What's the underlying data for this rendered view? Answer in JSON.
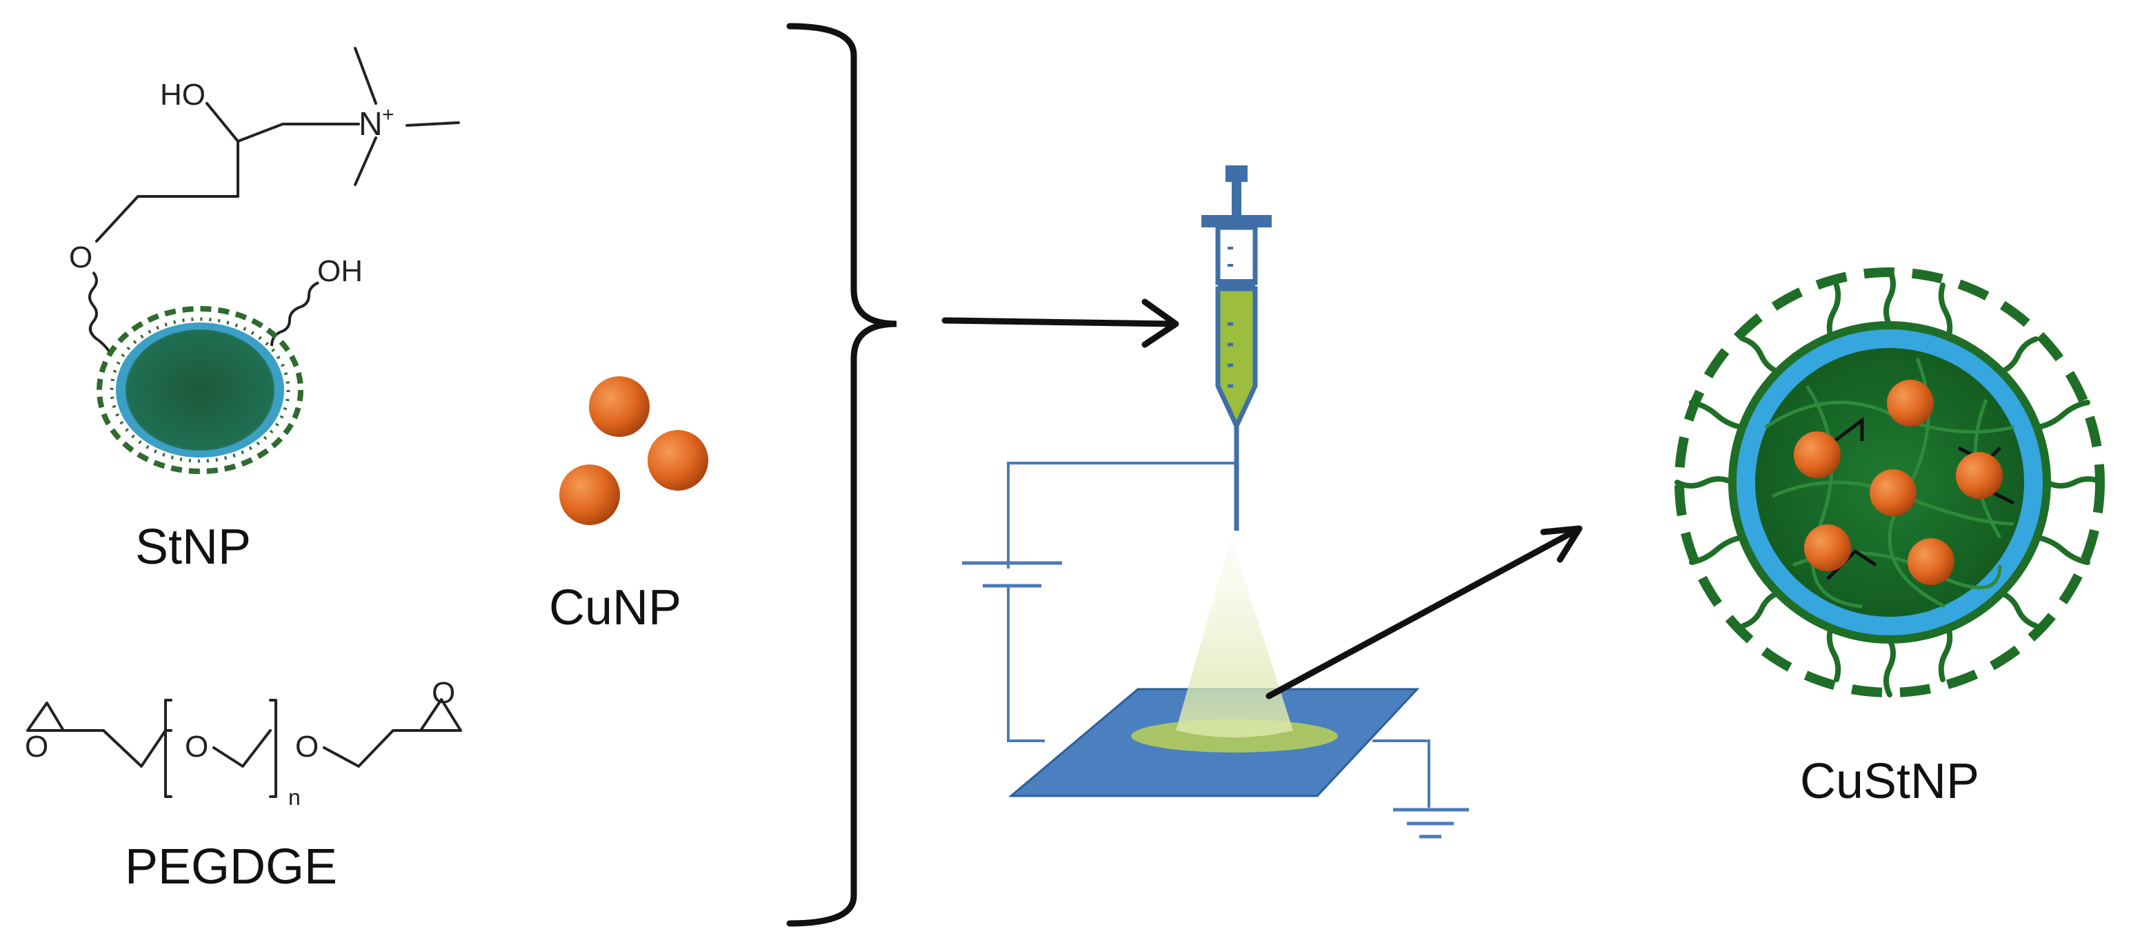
{
  "labels": {
    "stnp": "StNP",
    "cunp": "CuNP",
    "pegdge": "PEGDGE",
    "custnp": "CuStNP"
  },
  "chem_text": {
    "ho": "HO",
    "n_plus": "N",
    "plus_sup": "+",
    "oh": "OH",
    "o_link": "O",
    "peg_o1": "O",
    "peg_o2": "O",
    "peg_o3": "O",
    "peg_o4": "O",
    "peg_n": "n"
  },
  "colors": {
    "copper": "#e0661f",
    "starch_green": "#1f6b2a",
    "core_blue": "#35a6de",
    "syringe_blue": "#3f6fa6",
    "solution_green": "#9cbd3e",
    "collector_blue": "#4a7fc0",
    "wire_blue": "#4d7ab8"
  },
  "icons": {
    "syringe": "syringe-icon",
    "collector": "collector-plate",
    "battery": "power-supply-icon",
    "ground": "ground-icon"
  }
}
